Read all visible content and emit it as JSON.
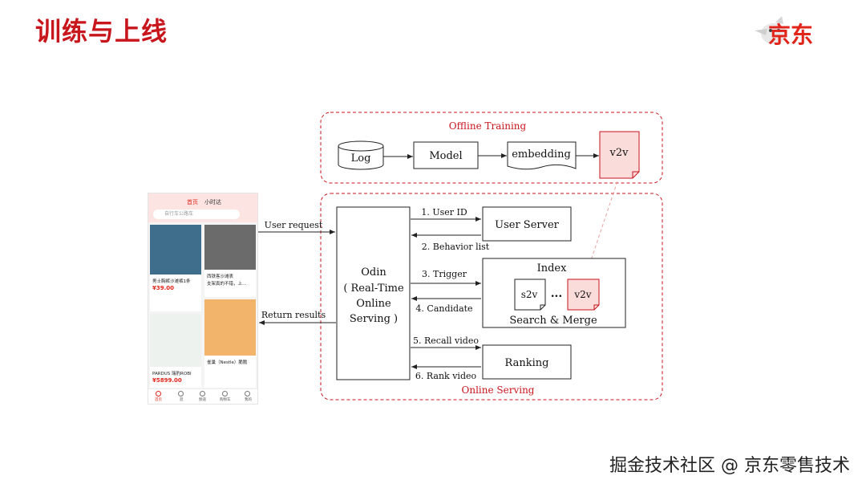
{
  "slide": {
    "title": "训练与上线",
    "logo_text": "京东",
    "watermark": "掘金技术社区 @ 京东零售技术"
  },
  "offline": {
    "label": "Offline Training",
    "log": "Log",
    "model": "Model",
    "embedding": "embedding",
    "v2v": "v2v"
  },
  "online": {
    "label": "Online Serving",
    "odin": [
      "Odin",
      "( Real-Time",
      "Online",
      "Serving )"
    ],
    "user_server": "User Server",
    "index": "Index",
    "s2v": "s2v",
    "ellipsis": "...",
    "v2v": "v2v",
    "search_merge": "Search & Merge",
    "ranking": "Ranking",
    "arrows": {
      "user_id": "1. User ID",
      "behavior_list": "2. Behavior list",
      "trigger": "3. Trigger",
      "candidate": "4. Candidate",
      "recall_video": "5. Recall video",
      "rank_video": "6. Rank video"
    }
  },
  "phone_flow": {
    "user_request": "User request",
    "return_results": "Return results"
  },
  "phone": {
    "tabs": [
      "首页",
      "小时达"
    ],
    "search_placeholder": "自行车公路车",
    "cards": [
      {
        "caption": "男士胸裤沙滩裤1条",
        "price": "¥39.00"
      },
      {
        "caption": "西铁客沙滩表",
        "price": "支架真的不错，上..."
      },
      {
        "caption": "PARDUS 瑞豹ROBI",
        "price": "¥5899.00"
      },
      {
        "caption": "雀巢（Nestle）脆脆",
        "price": ""
      }
    ],
    "nav": [
      "首页",
      "逛",
      "频道",
      "购物车",
      "我的"
    ]
  },
  "colors": {
    "accent": "#c8161d",
    "v2v_fill": "#fadcda",
    "dash_border": "#c8161d"
  }
}
